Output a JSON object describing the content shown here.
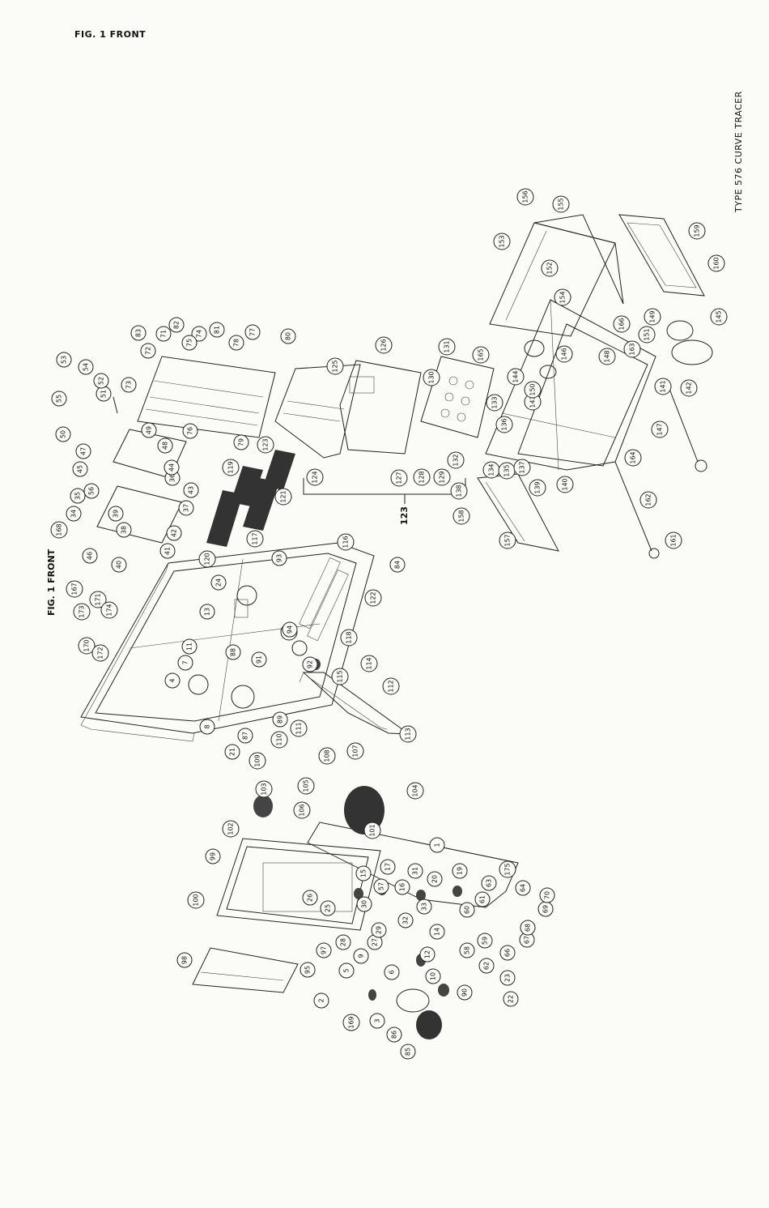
{
  "header_title": "FIG. 1 FRONT",
  "side_title": "TYPE 576 CURVE TRACER",
  "rotated_title": "FIG. 1 FRONT",
  "callouts": [
    "1",
    "2",
    "3",
    "4",
    "5",
    "6",
    "7",
    "8",
    "9",
    "10",
    "11",
    "12",
    "13",
    "14",
    "15",
    "16",
    "17",
    "19",
    "20",
    "21",
    "22",
    "23",
    "24",
    "25",
    "26",
    "27",
    "28",
    "29",
    "30",
    "31",
    "32",
    "33",
    "34",
    "35",
    "36",
    "37",
    "38",
    "39",
    "40",
    "41",
    "42",
    "43",
    "44",
    "45",
    "46",
    "47",
    "48",
    "49",
    "50",
    "51",
    "52",
    "53",
    "54",
    "55",
    "56",
    "57",
    "58",
    "59",
    "60",
    "61",
    "62",
    "63",
    "64",
    "66",
    "67",
    "68",
    "69",
    "70",
    "71",
    "72",
    "73",
    "74",
    "75",
    "76",
    "77",
    "78",
    "79",
    "80",
    "81",
    "82",
    "83",
    "84",
    "85",
    "86",
    "87",
    "88",
    "89",
    "90",
    "91",
    "92",
    "93",
    "94",
    "95",
    "97",
    "98",
    "99",
    "100",
    "101",
    "102",
    "103",
    "104",
    "105",
    "106",
    "107",
    "108",
    "109",
    "110",
    "111",
    "112",
    "113",
    "114",
    "115",
    "116",
    "117",
    "118",
    "119",
    "120",
    "121",
    "122",
    "123",
    "124",
    "125",
    "126",
    "127",
    "128",
    "129",
    "130",
    "131",
    "132",
    "133",
    "134",
    "135",
    "136",
    "137",
    "138",
    "139",
    "140",
    "141",
    "142",
    "143",
    "144",
    "145",
    "146",
    "147",
    "148",
    "149",
    "150",
    "151",
    "152",
    "153",
    "154",
    "155",
    "156",
    "157",
    "158",
    "159",
    "160",
    "161",
    "162",
    "163",
    "164",
    "165",
    "166",
    "167",
    "168",
    "169",
    "170",
    "171",
    "172",
    "173",
    "174",
    "175"
  ],
  "group_label": "123"
}
